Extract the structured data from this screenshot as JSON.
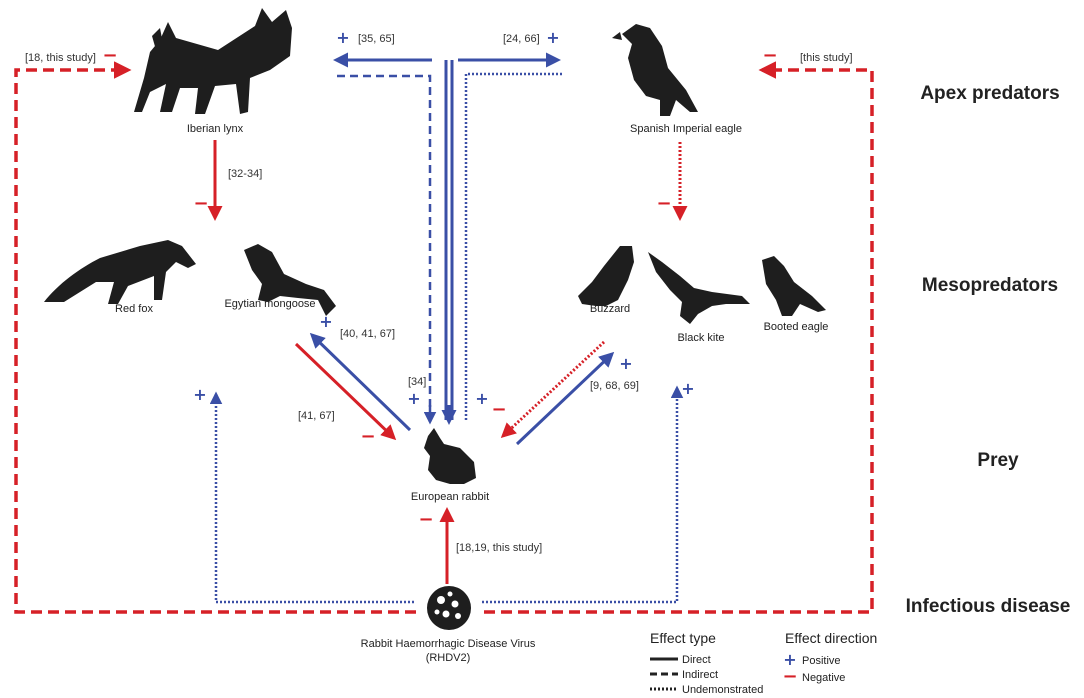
{
  "levels": {
    "apex": "Apex predators",
    "meso": "Mesopredators",
    "prey": "Prey",
    "disease": "Infectious disease"
  },
  "species": {
    "lynx": "Iberian lynx",
    "eagle": "Spanish Imperial eagle",
    "fox": "Red fox",
    "mongoose": "Egytian mongoose",
    "buzzard": "Buzzard",
    "kite": "Black kite",
    "booted": "Booted eagle",
    "rabbit": "European rabbit",
    "virus_line1": "Rabbit Haemorrhagic Disease Virus",
    "virus_line2": "(RHDV2)"
  },
  "refs": {
    "lynx_in": "[18, this study]",
    "eagle_in": "[this study]",
    "t_left": "[35, 65]",
    "t_right": "[24, 66]",
    "lynx_meso": "[32-34]",
    "mongoose_rabbit": "[40, 41, 67]",
    "meso_rabbit": "[41, 67]",
    "t_rabbit": "[34]",
    "buzzard_rabbit": "[9, 68, 69]",
    "virus_rabbit": "[18,19, this study]"
  },
  "signs": {
    "positive": "+",
    "negative": "−"
  },
  "legend": {
    "effect_type_title": "Effect type",
    "direct": "Direct",
    "indirect": "Indirect",
    "undemonstrated": "Undemonstrated",
    "effect_direction_title": "Effect direction",
    "positive": "Positive",
    "negative": "Negative"
  },
  "colors": {
    "negative": "#d62027",
    "positive": "#3a4fa6",
    "silhouette": "#1e1e1e"
  },
  "icons": [
    "lynx-silhouette",
    "eagle-silhouette",
    "fox-silhouette",
    "mongoose-silhouette",
    "buzzard-silhouette",
    "kite-silhouette",
    "booted-eagle-silhouette",
    "rabbit-silhouette",
    "virus-icon"
  ]
}
